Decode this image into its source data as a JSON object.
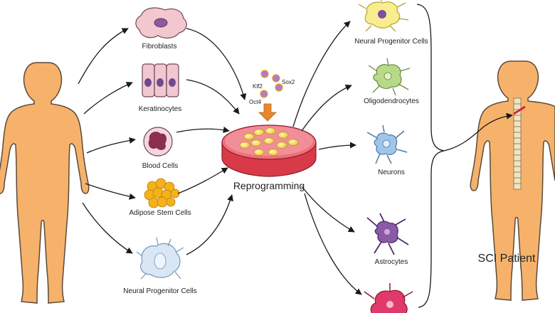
{
  "sources": {
    "fibroblasts": "Fibroblasts",
    "keratinocytes": "Keratinocytes",
    "blood_cells": "Blood Cells",
    "adipose_stem_cells": "Adipose Stem Cells",
    "neural_progenitor_cells": "Neural Progenitor Cells"
  },
  "factors": {
    "klf2": "Klf2",
    "sox2": "Sox2",
    "oct4": "Oct4"
  },
  "process": {
    "reprogramming": "Reprogramming"
  },
  "outputs": {
    "neural_progenitor_cells": "Neural Progenitor Cells",
    "oligodendrocytes": "Oligodendrocytes",
    "neurons": "Neurons",
    "astrocytes": "Astrocytes"
  },
  "patient": {
    "label": "SCI Patient"
  },
  "colors": {
    "skin": "#f6b26b",
    "skin_outline": "#5a4a3a",
    "dish": "#e04a58",
    "dish_cells": "#f3e04a",
    "arrow": "#1a1a1a",
    "factor_arrow": "#e8882c"
  }
}
